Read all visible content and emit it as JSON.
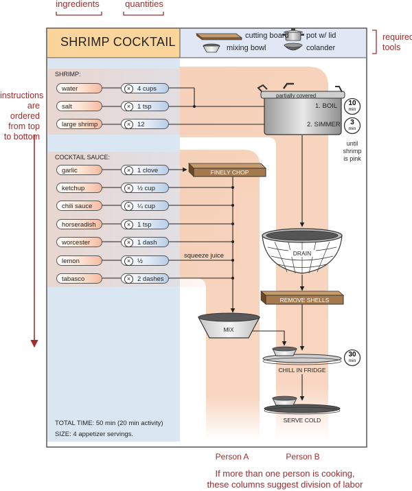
{
  "annotations": {
    "ingredients": "ingredients",
    "quantities": "quantities",
    "required_tools": [
      "required",
      "tools"
    ],
    "instructions": [
      "instructions",
      "are ordered",
      "from top",
      "to bottom"
    ],
    "person_a": "Person A",
    "person_b": "Person B",
    "division": [
      "If more than one person is cooking,",
      "these columns suggest division of labor"
    ]
  },
  "recipe": {
    "title": "SHRIMP COCKTAIL",
    "total_time": "TOTAL TIME:  50 min (20 min activity)",
    "size": "SIZE:  4 appetizer servings."
  },
  "tools": {
    "cutting_board": "cutting board",
    "pot": "pot w/ lid",
    "mixing_bowl": "mixing bowl",
    "colander": "colander"
  },
  "shrimp": {
    "label": "SHRIMP:",
    "items": [
      {
        "name": "water",
        "qty": "4 cups"
      },
      {
        "name": "salt",
        "qty": "1 tsp"
      },
      {
        "name": "large shrimp",
        "qty": "12"
      }
    ]
  },
  "sauce": {
    "label": "COCKTAIL SAUCE:",
    "items": [
      {
        "name": "garlic",
        "qty": "1 clove"
      },
      {
        "name": "ketchup",
        "qty": "½ cup"
      },
      {
        "name": "chili sauce",
        "qty": "¼ cup"
      },
      {
        "name": "horseradish",
        "qty": "1 tsp"
      },
      {
        "name": "worcester",
        "qty": "1 dash"
      },
      {
        "name": "lemon",
        "qty": "½"
      },
      {
        "name": "tabasco",
        "qty": "2 dashes"
      }
    ]
  },
  "steps": {
    "partially_covered": "partially covered",
    "boil": "1. BOIL",
    "boil_time": "10",
    "simmer": "2. SIMMER",
    "simmer_time": "3",
    "min": "min",
    "until": [
      "until",
      "shrimp",
      "is pink"
    ],
    "finely_chop": "FINELY CHOP",
    "squeeze_juice": "squeeze juice",
    "drain": "DRAIN",
    "remove_shells": "REMOVE SHELLS",
    "mix": "MIX",
    "chill": "CHILL IN FRIDGE",
    "chill_time": "30",
    "serve": "SERVE COLD"
  },
  "colors": {
    "title_bg": "#fcd59a",
    "tools_bg": "#dfe8f4",
    "column_blue": "#dbe6f3",
    "column_orange": "#f7d3bc",
    "annotation_red": "#a52a2a",
    "board": "#a57a4e"
  }
}
